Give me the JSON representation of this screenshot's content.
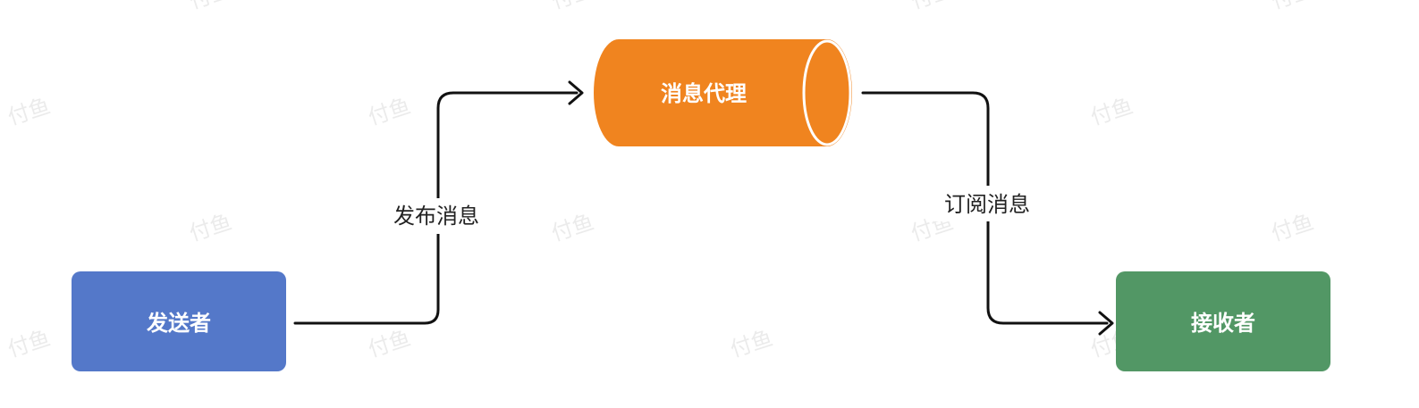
{
  "nodes": {
    "sender": {
      "label": "发送者",
      "color": "#5478C9"
    },
    "broker": {
      "label": "消息代理",
      "color": "#F0841F"
    },
    "receiver": {
      "label": "接收者",
      "color": "#529765"
    }
  },
  "edges": {
    "publish": {
      "label": "发布消息"
    },
    "subscribe": {
      "label": "订阅消息"
    }
  },
  "watermark": {
    "text": "付鱼"
  }
}
